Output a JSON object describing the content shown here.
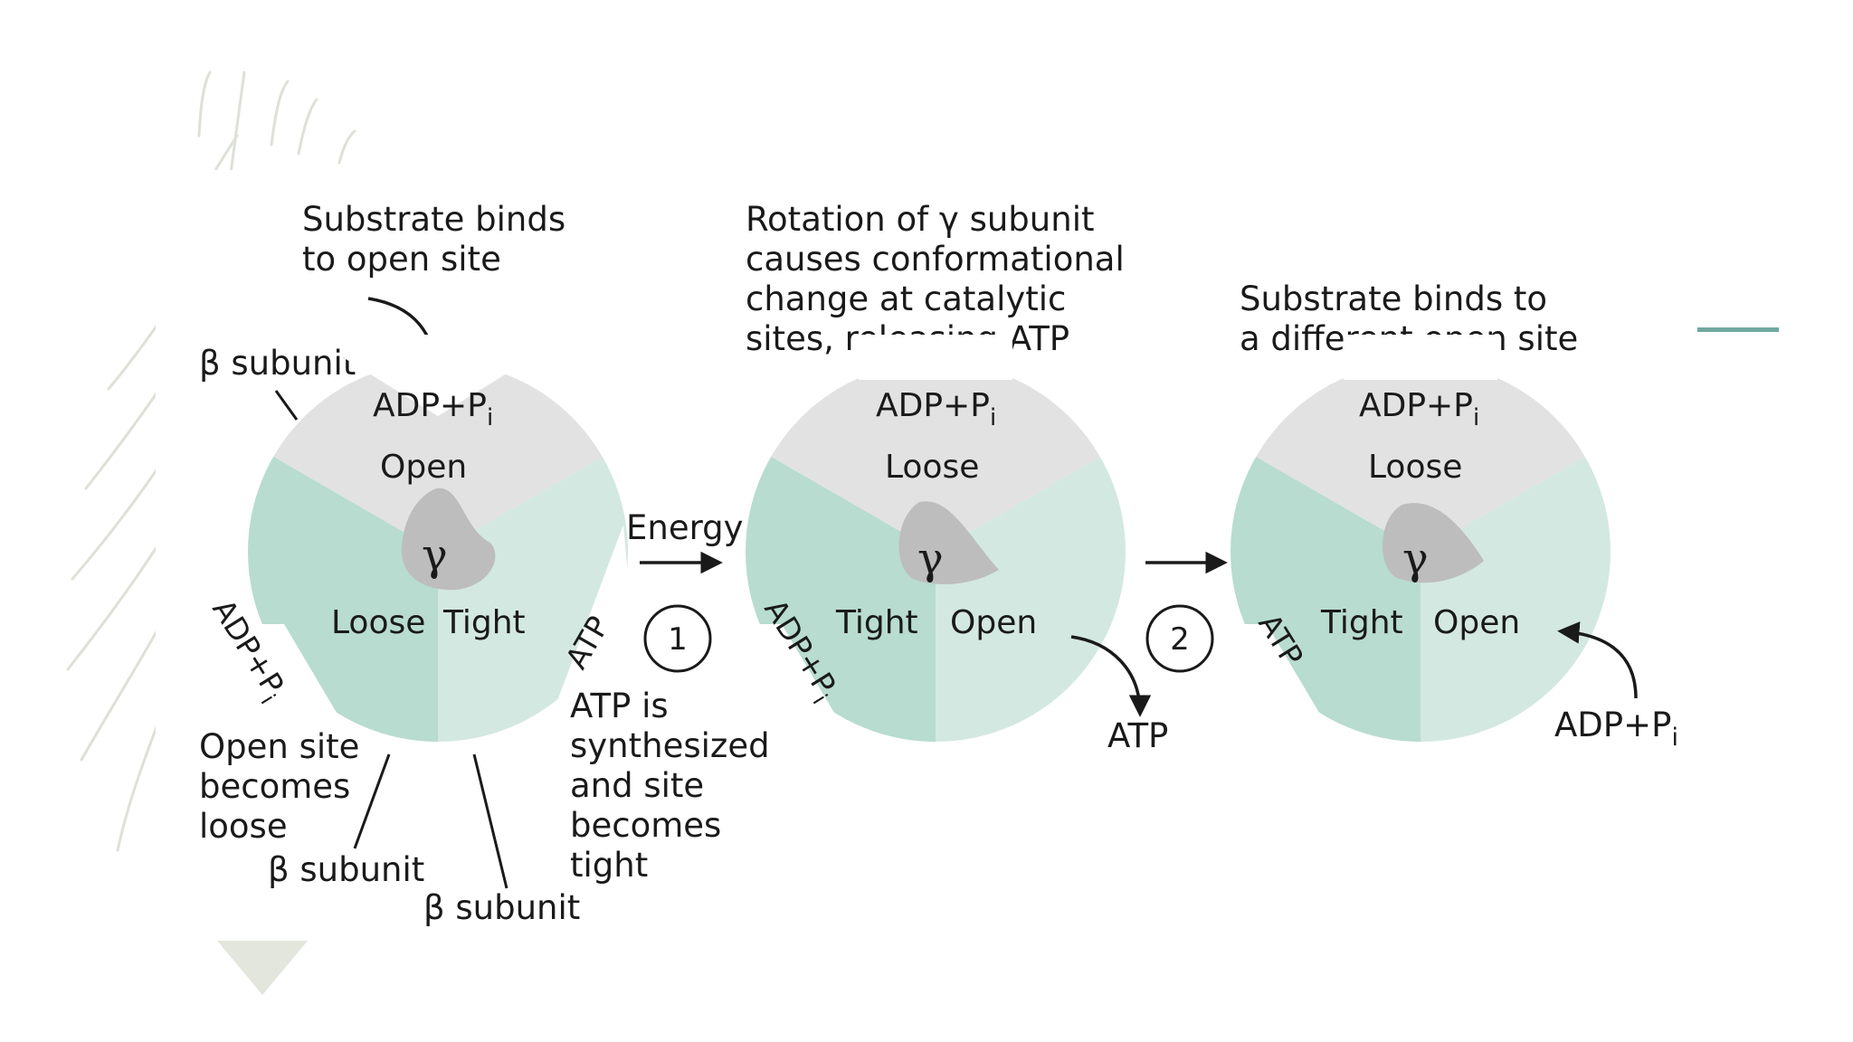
{
  "colors": {
    "open_site": "#e2e2e2",
    "tight_site": "#d3e8e1",
    "loose_site": "#b8dccf",
    "gamma": "#bdbdbd",
    "accent": "#6fa8a0",
    "text": "#1a1a1a"
  },
  "step1": {
    "top_note": [
      "Substrate binds",
      "to open site"
    ],
    "beta_top": "β subunit",
    "top_site": "ADP+P",
    "top_site_sub": "i",
    "state_top": "Open",
    "gamma": "γ",
    "state_left": "Loose",
    "state_right": "Tight",
    "arm_left": "ADP+P",
    "arm_left_sub": "i",
    "arm_right": "ATP",
    "bottom_note": [
      "Open site",
      "becomes",
      "loose"
    ],
    "beta_left": "β subunit",
    "beta_bottom": "β subunit"
  },
  "transition1": {
    "energy": "Energy",
    "step": "1",
    "note": [
      "ATP is",
      "synthesized",
      "and site",
      "becomes",
      "tight"
    ]
  },
  "step2": {
    "top_note": [
      "Rotation of γ subunit",
      "causes conformational",
      "change at catalytic",
      "sites, releasing ATP"
    ],
    "top_site": "ADP+P",
    "top_site_sub": "i",
    "state_top": "Loose",
    "gamma": "γ",
    "state_left": "Tight",
    "state_right": "Open",
    "arm_left": "ADP+P",
    "arm_left_sub": "i",
    "released": "ATP"
  },
  "transition2": {
    "step": "2"
  },
  "step3": {
    "top_note": [
      "Substrate binds to",
      "a different open site"
    ],
    "top_site": "ADP+P",
    "top_site_sub": "i",
    "state_top": "Loose",
    "gamma": "γ",
    "state_left": "Tight",
    "state_right": "Open",
    "arm_left": "ATP",
    "incoming": "ADP+P",
    "incoming_sub": "i"
  }
}
